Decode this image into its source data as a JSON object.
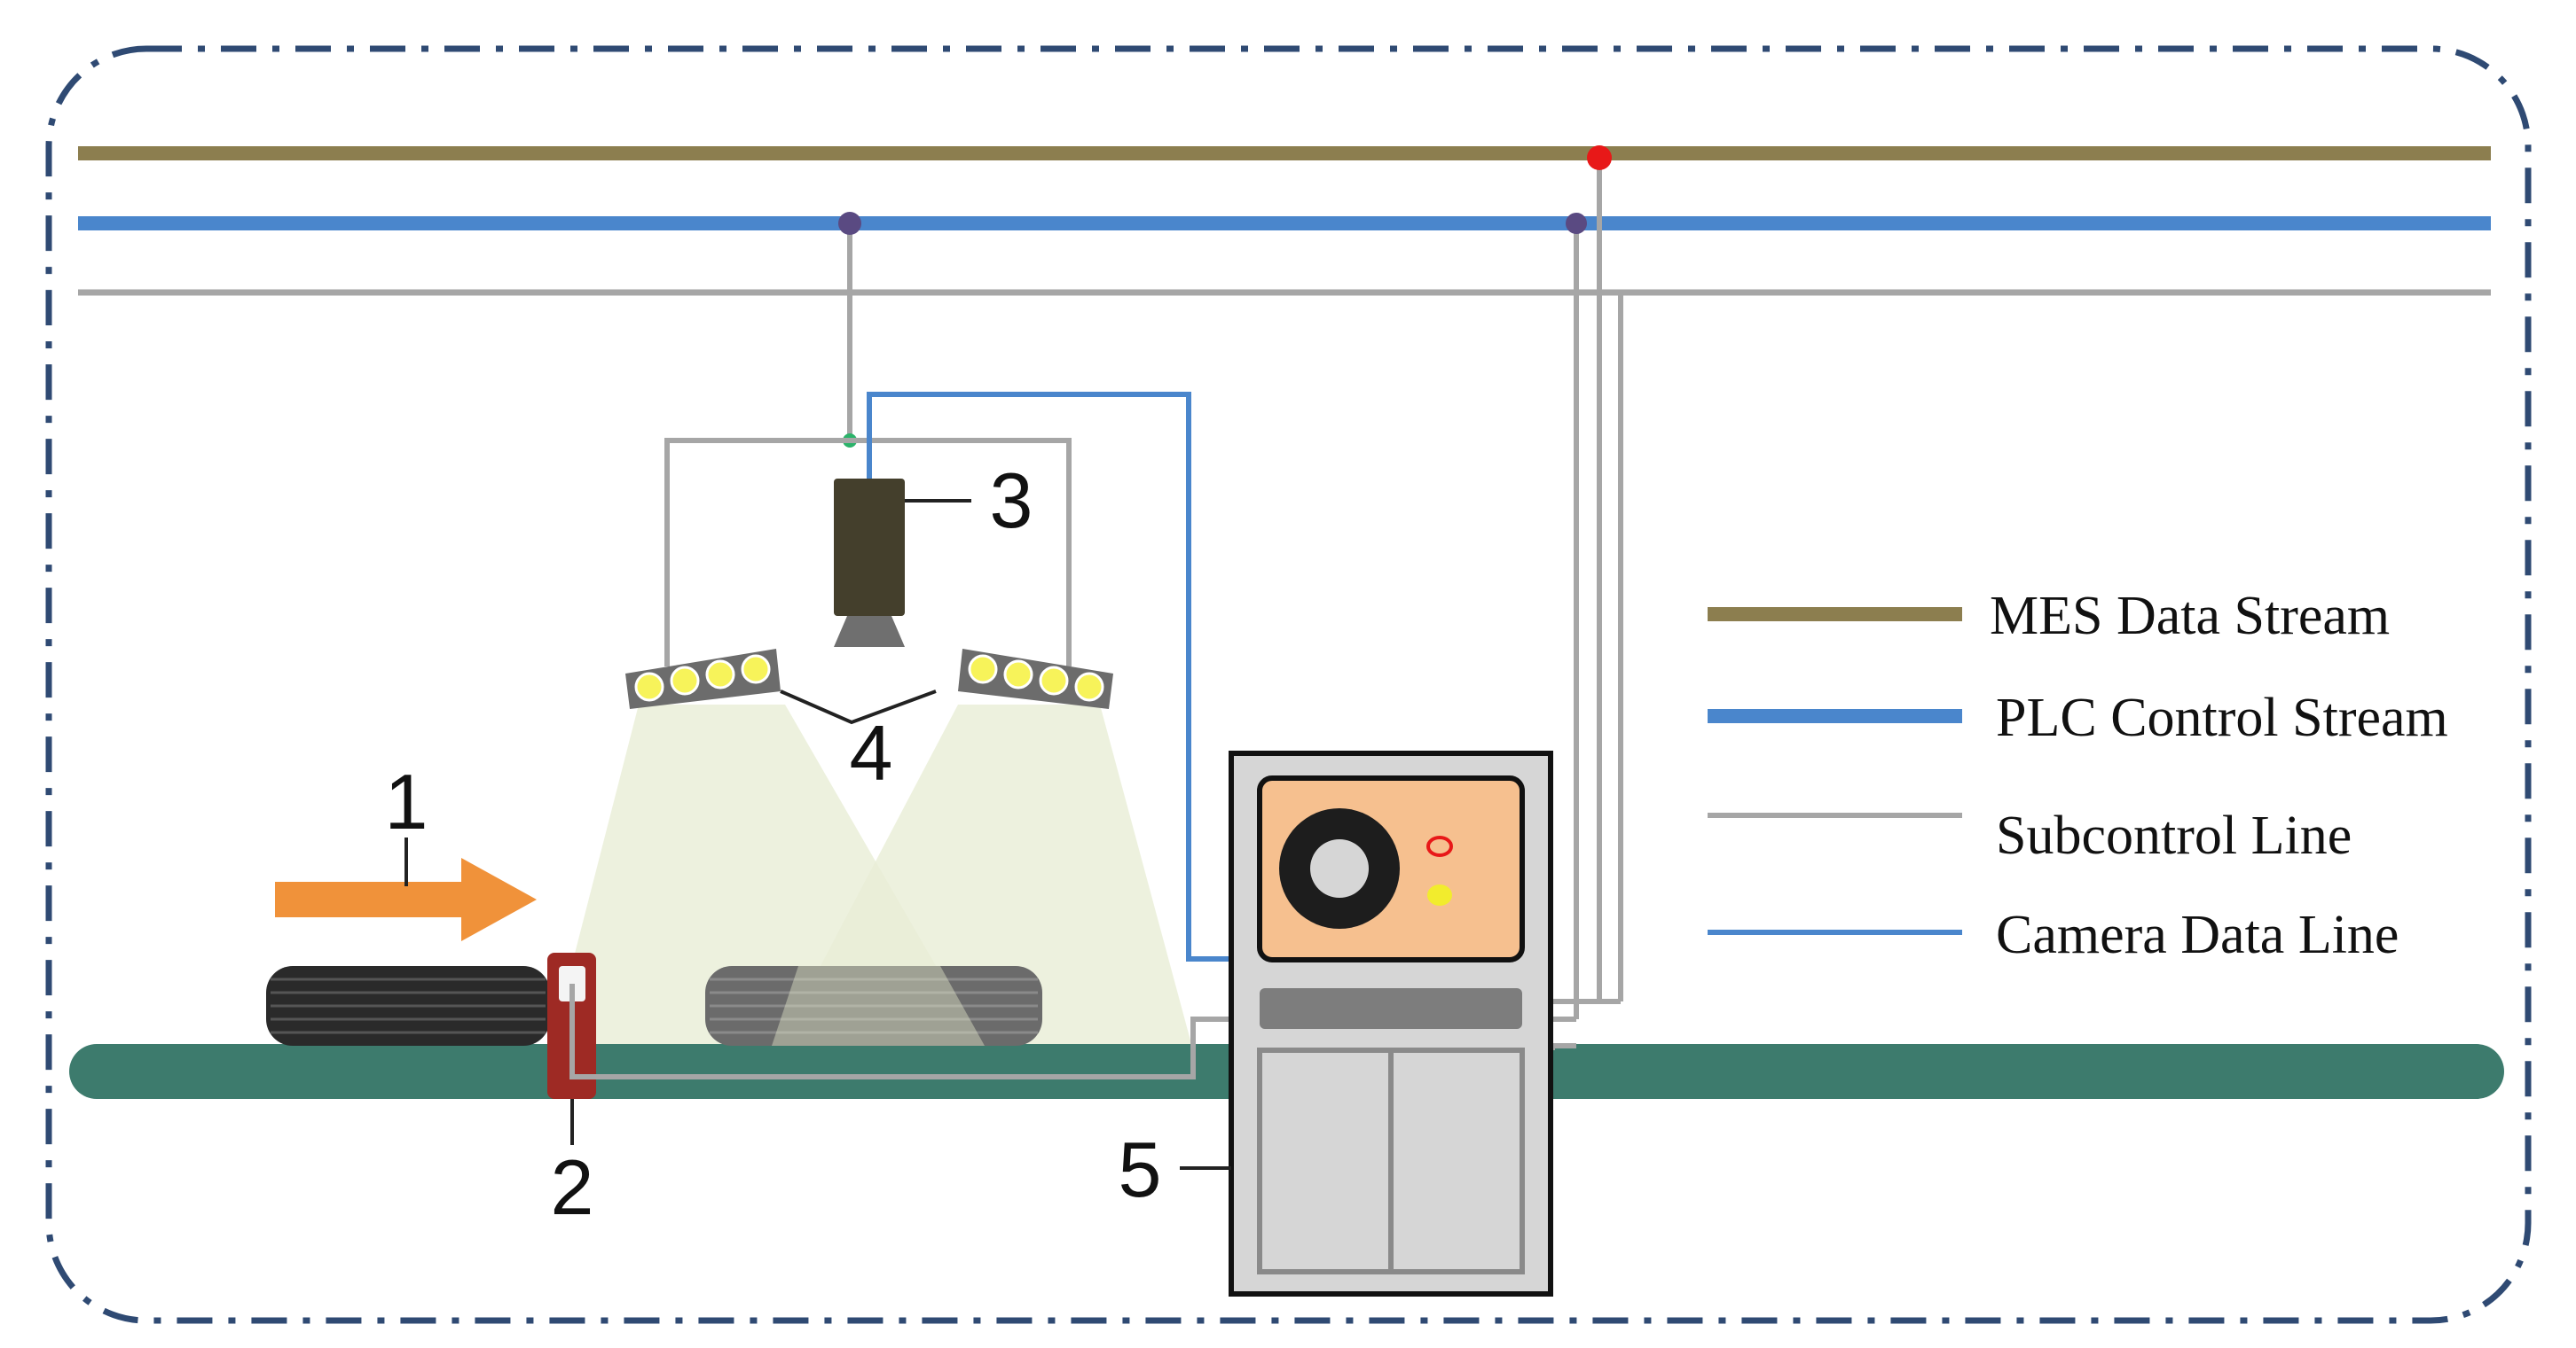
{
  "labels": {
    "conveyor_direction": "1",
    "sensor": "2",
    "camera": "3",
    "lights": "4",
    "controller": "5"
  },
  "legend": [
    {
      "text": "MES Data Stream",
      "color": "#8c7e4f"
    },
    {
      "text": "PLC Control Stream",
      "color": "#4a86cc"
    },
    {
      "text": "Subcontrol Line",
      "color": "#a6a6a6"
    },
    {
      "text": "Camera Data Line",
      "color": "#4a86cc"
    }
  ],
  "colors": {
    "mes": "#8c7e4f",
    "plc": "#4a86cc",
    "subcontrol": "#a6a6a6",
    "conveyor": "#3d7b6d",
    "arrow": "#f0923a",
    "camera_body": "#443f2c",
    "sensor": "#9e2a24",
    "screen": "#f6c08f",
    "frame_dash": "#2f4a73"
  }
}
